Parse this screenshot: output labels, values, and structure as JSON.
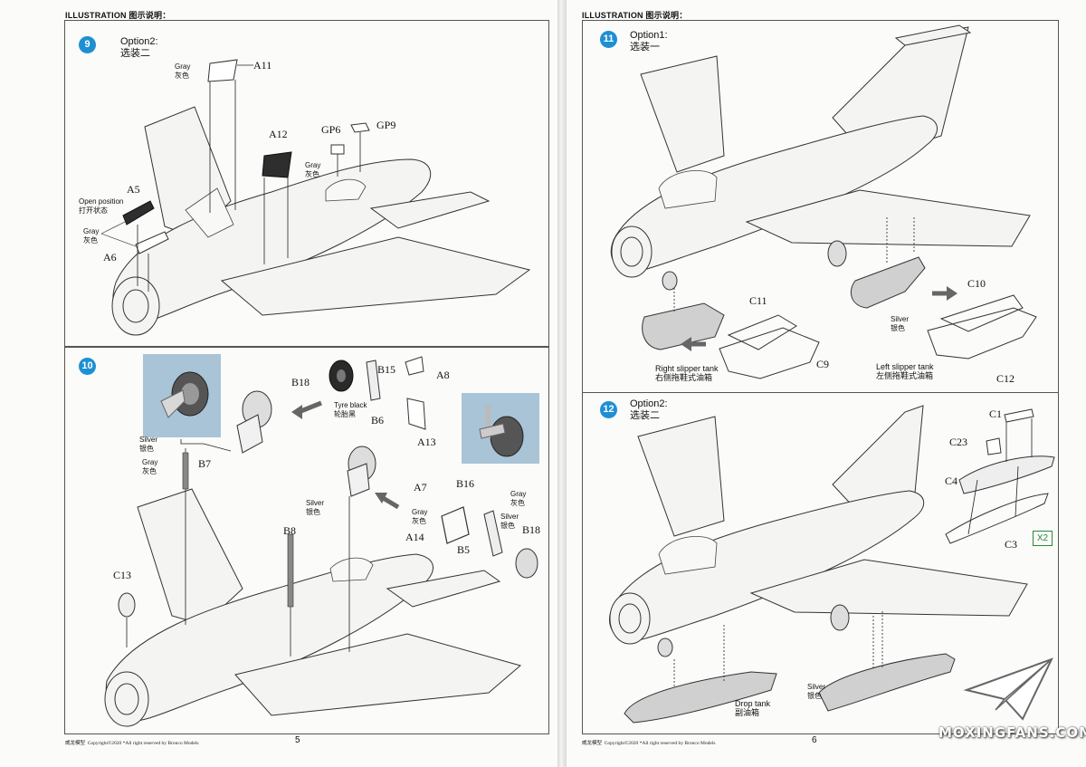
{
  "header": {
    "title": "ILLUSTRATION 图示说明："
  },
  "steps": {
    "s9": {
      "num": "9",
      "opt_en": "Option2:",
      "opt_cn": "选装二",
      "parts": {
        "a11": "A11",
        "a12": "A12",
        "gp6": "GP6",
        "gp9": "GP9",
        "a5": "A5",
        "a6": "A6"
      },
      "notes": {
        "gray1": "Gray",
        "gray1cn": "灰色",
        "gray2": "Gray",
        "gray2cn": "灰色",
        "open": "Open position",
        "opencn": "打开状态",
        "gray3": "Gray",
        "gray3cn": "灰色"
      }
    },
    "s10": {
      "num": "10",
      "parts": {
        "b18a": "B18",
        "b15": "B15",
        "a8": "A8",
        "b6": "B6",
        "a13": "A13",
        "b7": "B7",
        "c13": "C13",
        "b8": "B8",
        "a7": "A7",
        "b16": "B16",
        "a14": "A14",
        "b5": "B5",
        "b18b": "B18"
      },
      "notes": {
        "tyre": "Tyre black",
        "tyrecn": "轮胎黑",
        "silver1": "Silver",
        "silver1cn": "银色",
        "gray1": "Gray",
        "gray1cn": "灰色",
        "silver2": "Silver",
        "silver2cn": "银色",
        "gray2": "Gray",
        "gray2cn": "灰色",
        "gray3": "Gray",
        "gray3cn": "灰色",
        "silver3": "Silver",
        "silver3cn": "银色"
      }
    },
    "s11": {
      "num": "11",
      "opt_en": "Option1:",
      "opt_cn": "选装一",
      "parts": {
        "c11": "C11",
        "c9": "C9",
        "c10": "C10",
        "c12": "C12"
      },
      "notes": {
        "silver": "Silver",
        "silvercn": "银色",
        "right": "Right slipper tank",
        "rightcn": "右侧拖鞋式油箱",
        "left": "Left slipper tank",
        "leftcn": "左侧拖鞋式油箱"
      }
    },
    "s12": {
      "num": "12",
      "opt_en": "Option2:",
      "opt_cn": "选装二",
      "parts": {
        "c1": "C1",
        "c23": "C23",
        "c4": "C4",
        "c3": "C3"
      },
      "qty": "X2",
      "notes": {
        "drop": "Drop tank",
        "dropcn": "副油箱",
        "silver": "Silver",
        "silvercn": "银色"
      }
    }
  },
  "footer": {
    "left_brand": "威龙模型",
    "left_copy": "Copyright©2020 *All right reserved by Bronco Models",
    "left_page": "5",
    "right_brand": "威龙模型",
    "right_copy": "Copyright©2020 *All right reserved by Bronco Models",
    "right_page": "6"
  },
  "watermark": {
    "text": "MOXINGFANS.COM"
  },
  "colors": {
    "badge": "#1e8fd3",
    "qty_badge": "#2a8a3a",
    "photo_bg": "#a9c4d6"
  }
}
